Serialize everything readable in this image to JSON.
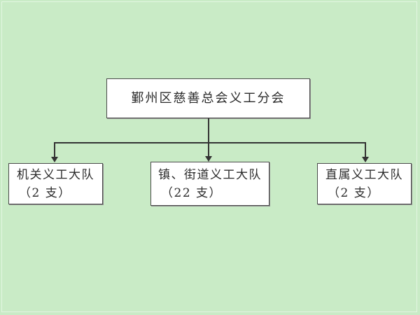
{
  "slide": {
    "background_color": "#c9ebc6",
    "node_fill_color": "#ffffff",
    "node_border_color": "#4a4a4a",
    "connector_color": "#333333",
    "text_color": "#2b2b2b"
  },
  "chart_data": {
    "type": "diagram",
    "diagram_kind": "organization-chart",
    "title": "",
    "root": {
      "id": "root",
      "lines": [
        "鄞州区慈善总会义工分会"
      ]
    },
    "children": [
      {
        "id": "child-0",
        "lines": [
          "机关义工大队",
          "（2 支）"
        ],
        "count": 2,
        "unit": "支"
      },
      {
        "id": "child-1",
        "lines": [
          "镇、街道义工大队",
          "（22 支）"
        ],
        "count": 22,
        "unit": "支"
      },
      {
        "id": "child-2",
        "lines": [
          "直属义工大队",
          "（2 支）"
        ],
        "count": 2,
        "unit": "支"
      }
    ],
    "edges": [
      {
        "from": "root",
        "to": "child-0",
        "arrow": "down"
      },
      {
        "from": "root",
        "to": "child-1",
        "arrow": "down"
      },
      {
        "from": "root",
        "to": "child-2",
        "arrow": "down"
      }
    ]
  }
}
